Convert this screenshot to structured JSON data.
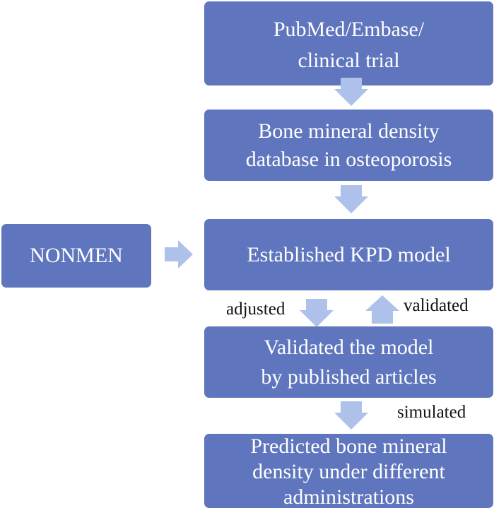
{
  "colors": {
    "box_fill": "#5f76be",
    "box_text": "#ffffff",
    "arrow_fill": "#adc1ea",
    "label_text": "#111111"
  },
  "nodes": {
    "source": {
      "lines": [
        "PubMed/Embase/",
        "clinical trial"
      ]
    },
    "database": {
      "lines": [
        "Bone mineral density",
        "database in osteoporosis"
      ]
    },
    "nonmem": {
      "lines": [
        "NONMEN"
      ]
    },
    "kpd": {
      "lines": [
        "Established KPD model"
      ]
    },
    "validate": {
      "lines": [
        "Validated the model",
        "by published articles"
      ]
    },
    "predict": {
      "lines": [
        "Predicted bone mineral",
        "density under different",
        "administrations"
      ]
    }
  },
  "edge_labels": {
    "adjusted": "adjusted",
    "validated": "validated",
    "simulated": "simulated"
  },
  "arrows": [
    {
      "from": "source",
      "to": "database",
      "direction": "down"
    },
    {
      "from": "database",
      "to": "kpd",
      "direction": "down"
    },
    {
      "from": "nonmem",
      "to": "kpd",
      "direction": "right"
    },
    {
      "from": "kpd",
      "to": "validate",
      "direction": "down",
      "label": "adjusted"
    },
    {
      "from": "validate",
      "to": "kpd",
      "direction": "up",
      "label": "validated"
    },
    {
      "from": "validate",
      "to": "predict",
      "direction": "down",
      "label": "simulated"
    }
  ]
}
